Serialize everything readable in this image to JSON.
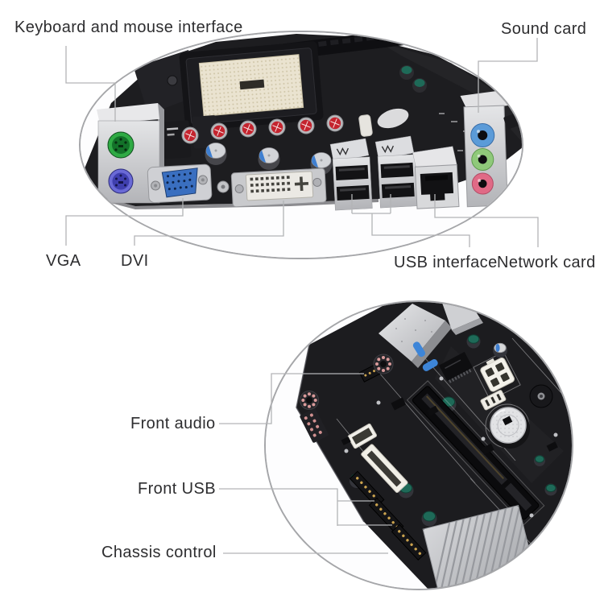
{
  "colors": {
    "background": "#ffffff",
    "rim": "#a5a6a9",
    "line": "#b3b4b6",
    "text": "#2d2d2f",
    "pcb": "#1d1d20",
    "socket_beige": "#eae3d0",
    "ps2_green": "#2faa44",
    "ps2_purple": "#6a6ad6",
    "vga_blue": "#3a6fc0",
    "audio_blue": "#5b9bd8",
    "audio_green": "#8fc97a",
    "audio_pink": "#e06a86",
    "cap_red": "#c4242e",
    "cap_teal": "#1e6a58"
  },
  "rear_panel": {
    "labels": {
      "keyboard_mouse": "Keyboard and mouse interface",
      "sound_card": "Sound card",
      "vga": "VGA",
      "dvi": "DVI",
      "usb": "USB interface",
      "network": "Network card"
    }
  },
  "board": {
    "labels": {
      "front_audio": "Front audio",
      "front_usb": "Front USB",
      "chassis_control": "Chassis control"
    }
  }
}
